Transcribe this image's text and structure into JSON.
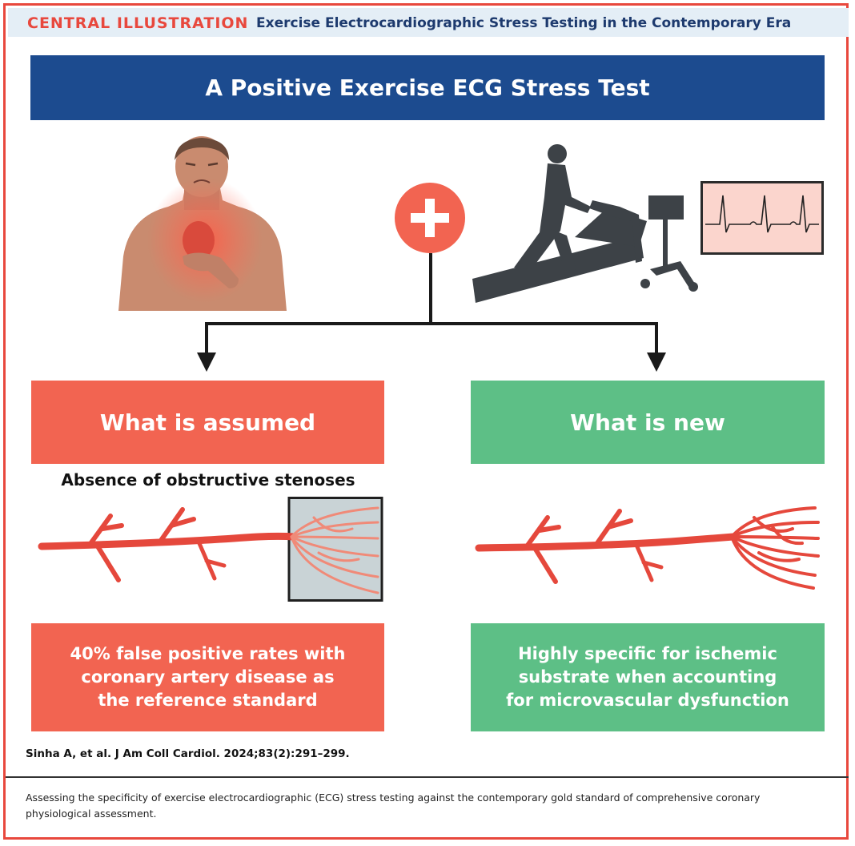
{
  "header": {
    "label": "CENTRAL ILLUSTRATION",
    "title": "Exercise Electrocardiographic Stress Testing in the Contemporary Era"
  },
  "banner": {
    "title": "A Positive Exercise ECG Stress Test"
  },
  "left": {
    "heading": "What is assumed",
    "subheading": "Absence of obstructive stenoses",
    "body": "40% false positive rates with coronary artery disease as the reference standard"
  },
  "right": {
    "heading": "What is new",
    "body": "Highly specific for ischemic substrate when accounting for microvascular dysfunction"
  },
  "citation": "Sinha A, et al. J Am Coll Cardiol. 2024;83(2):291–299.",
  "caption": "Assessing the specificity of exercise electrocardiographic (ECG) stress testing against the contemporary gold standard of comprehensive coronary physiological assessment.",
  "colors": {
    "accent_red": "#f26451",
    "accent_green": "#5dbf86",
    "banner_blue": "#1c4b8f",
    "vessel_red": "#e5483c"
  },
  "icons": [
    "chest-pain-patient-icon",
    "plus-icon",
    "treadmill-icon",
    "ecg-monitor-icon",
    "vessel-icon"
  ]
}
